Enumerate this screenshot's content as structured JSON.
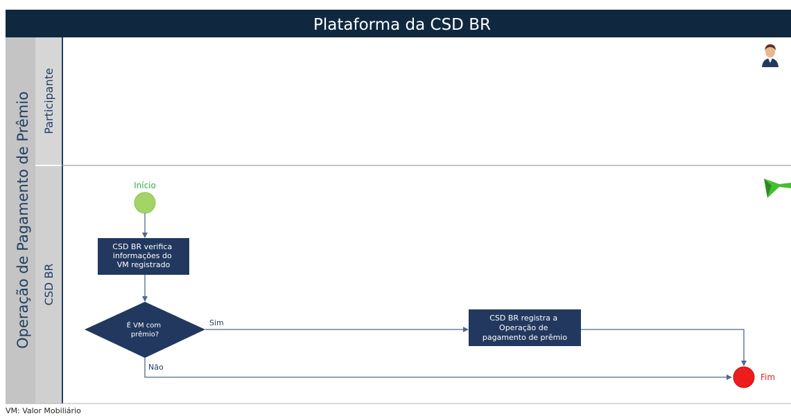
{
  "title": "Plataforma da CSD BR",
  "pool_label": "Operação de Pagamento de Prêmio",
  "lanes": {
    "participante": "Participante",
    "csd": "CSD BR"
  },
  "start_label": "Início",
  "end_label": "Fim",
  "task_verify": [
    "CSD BR verifica",
    "informações do",
    "VM registrado"
  ],
  "decision": [
    "É VM com",
    "prêmio?"
  ],
  "task_register": [
    "CSD BR registra a",
    "Operação de",
    "pagamento de prêmio"
  ],
  "edge_yes": "Sim",
  "edge_no": "Não",
  "footnote": "VM: Valor Mobiliário",
  "icons": {
    "participant": "person-avatar-icon",
    "system": "green-arrow-icon"
  },
  "colors": {
    "header": "#0f2840",
    "task": "#22385f",
    "lane_band": "#d0d0d0",
    "pool_band": "#c4c4c4",
    "start": "#a4d468",
    "end": "#ee1c1c",
    "line": "#4b6a8c"
  }
}
